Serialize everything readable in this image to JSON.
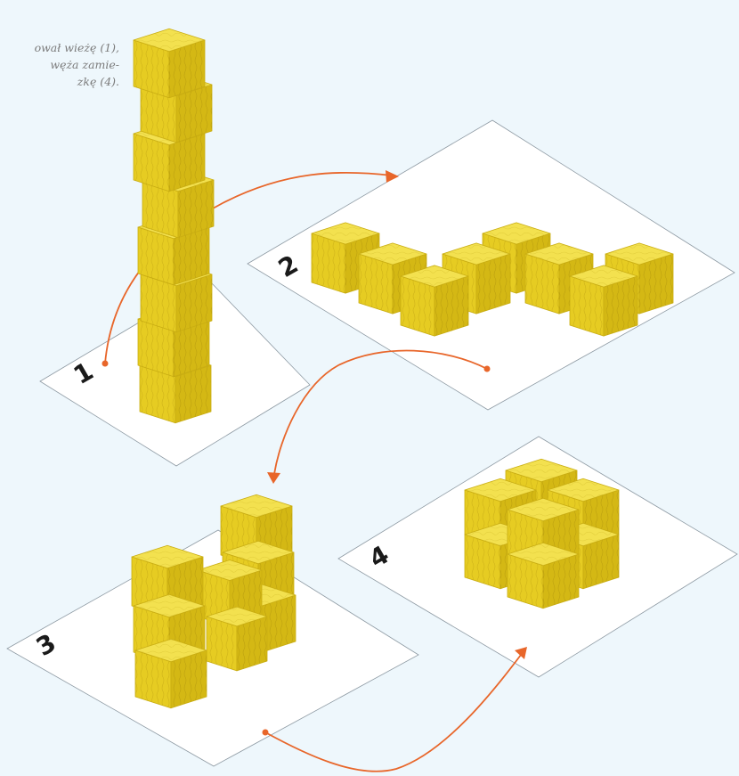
{
  "caption": {
    "lines": [
      "ował wieżę (1),",
      "węża zamie-",
      "zkę (4)."
    ]
  },
  "plates": [
    {
      "label": "1"
    },
    {
      "label": "2"
    },
    {
      "label": "3"
    },
    {
      "label": "4"
    }
  ],
  "colors": {
    "background": "#eef7fc",
    "cube_top": "#f3e14f",
    "cube_left": "#e6cc22",
    "cube_right": "#d4b814",
    "arrow": "#e8662a",
    "plate": "#ffffff"
  }
}
